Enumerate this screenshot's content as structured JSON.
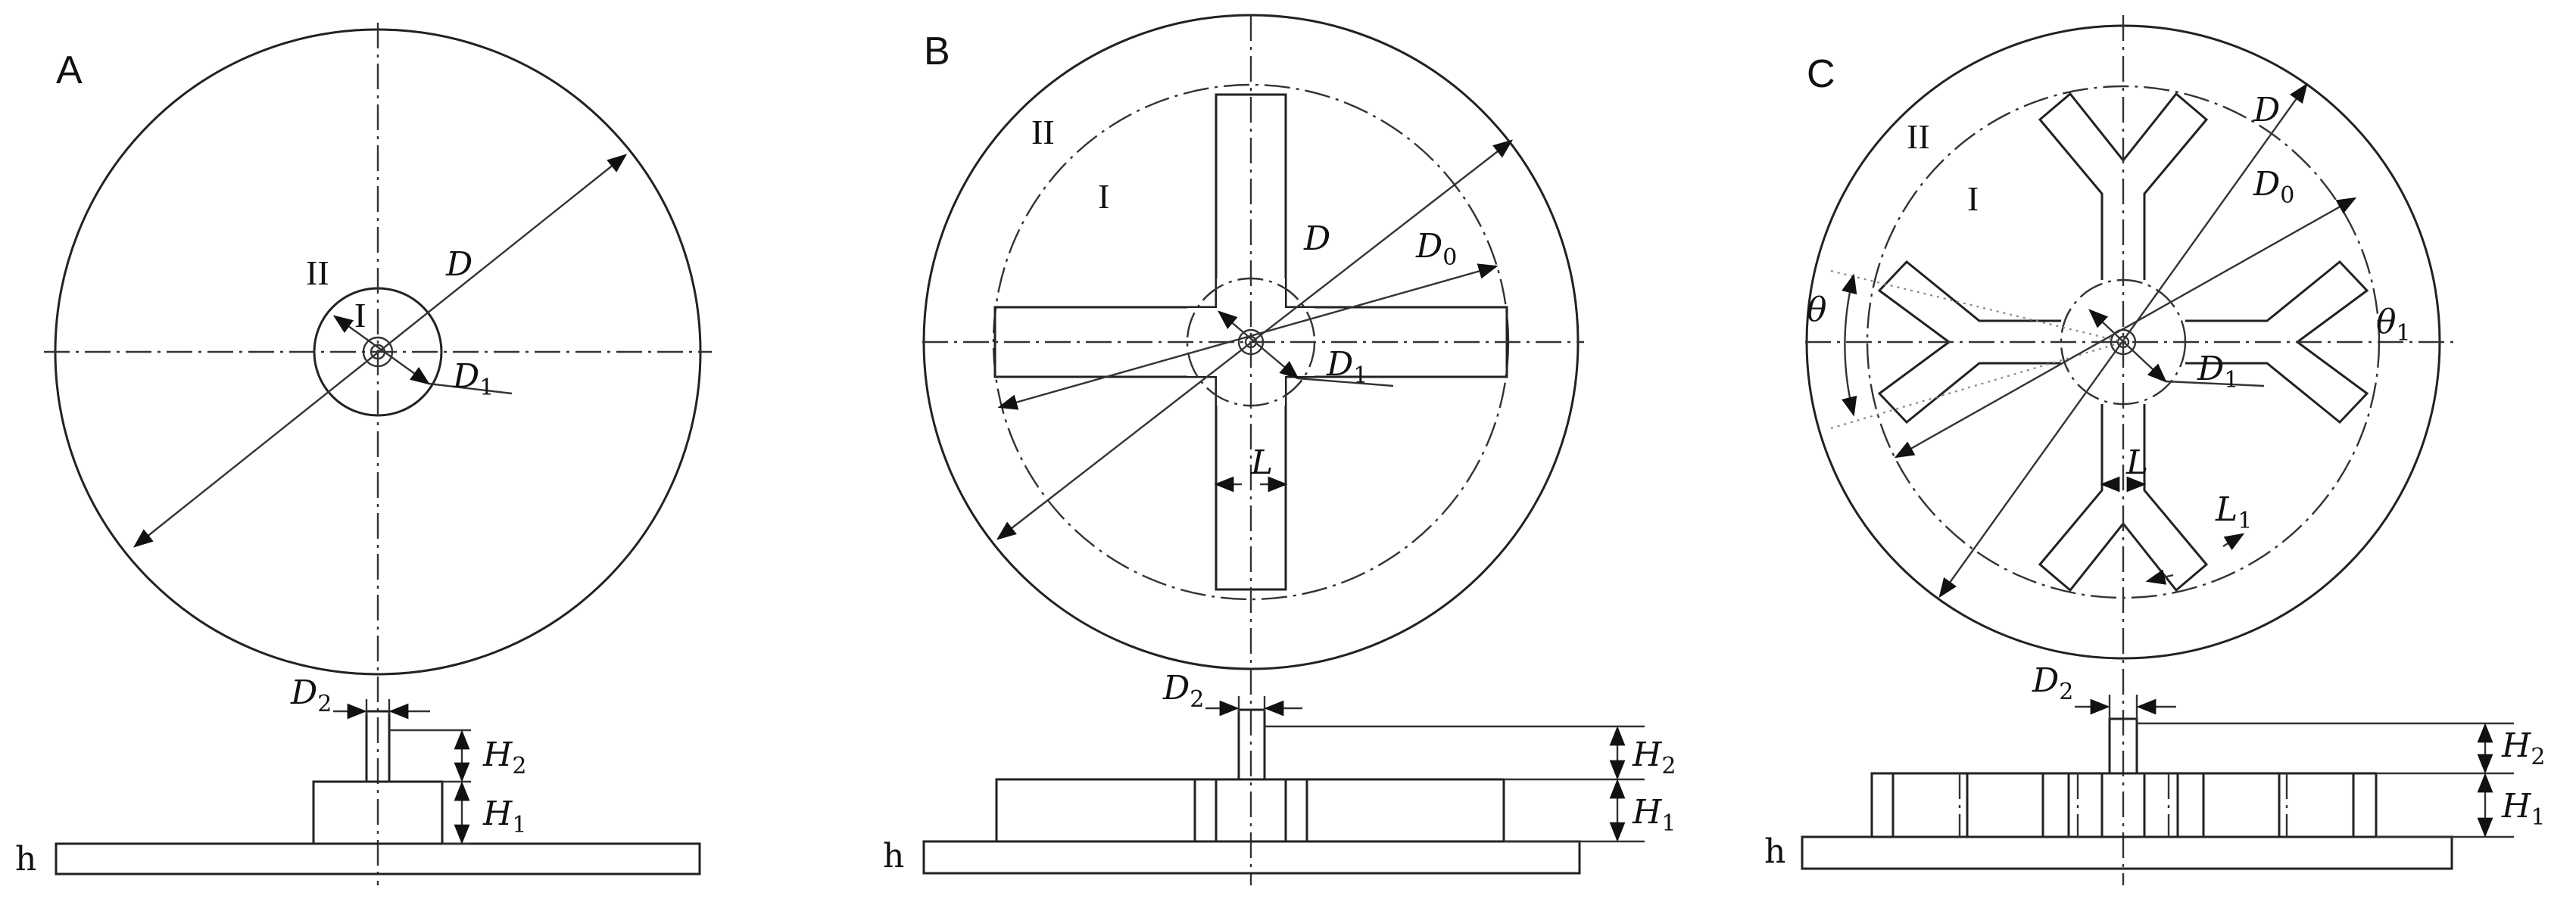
{
  "panels": [
    {
      "id": "A",
      "label": "A",
      "zone_labels": {
        "outer": "II",
        "inner": "I"
      },
      "symbols": {
        "D": "D",
        "D1": [
          "D",
          "1"
        ],
        "D2": [
          "D",
          "2"
        ],
        "H1": [
          "H",
          "1"
        ],
        "H2": [
          "H",
          "2"
        ],
        "h": "h"
      }
    },
    {
      "id": "B",
      "label": "B",
      "zone_labels": {
        "outer": "II",
        "inner": "I"
      },
      "symbols": {
        "D": "D",
        "D0": [
          "D",
          "0"
        ],
        "D1": [
          "D",
          "1"
        ],
        "L": "L",
        "D2": [
          "D",
          "2"
        ],
        "H1": [
          "H",
          "1"
        ],
        "H2": [
          "H",
          "2"
        ],
        "h": "h"
      }
    },
    {
      "id": "C",
      "label": "C",
      "zone_labels": {
        "outer": "II",
        "inner": "I"
      },
      "symbols": {
        "D": "D",
        "D0": [
          "D",
          "0"
        ],
        "D1": [
          "D",
          "1"
        ],
        "L": "L",
        "L1": [
          "L",
          "1"
        ],
        "theta": "θ",
        "theta1": [
          "θ",
          "1"
        ],
        "D2": [
          "D",
          "2"
        ],
        "H1": [
          "H",
          "1"
        ],
        "H2": [
          "H",
          "2"
        ],
        "h": "h"
      }
    }
  ],
  "colors": {
    "line": "#222222",
    "background": "#ffffff",
    "phantom": "#888888"
  }
}
